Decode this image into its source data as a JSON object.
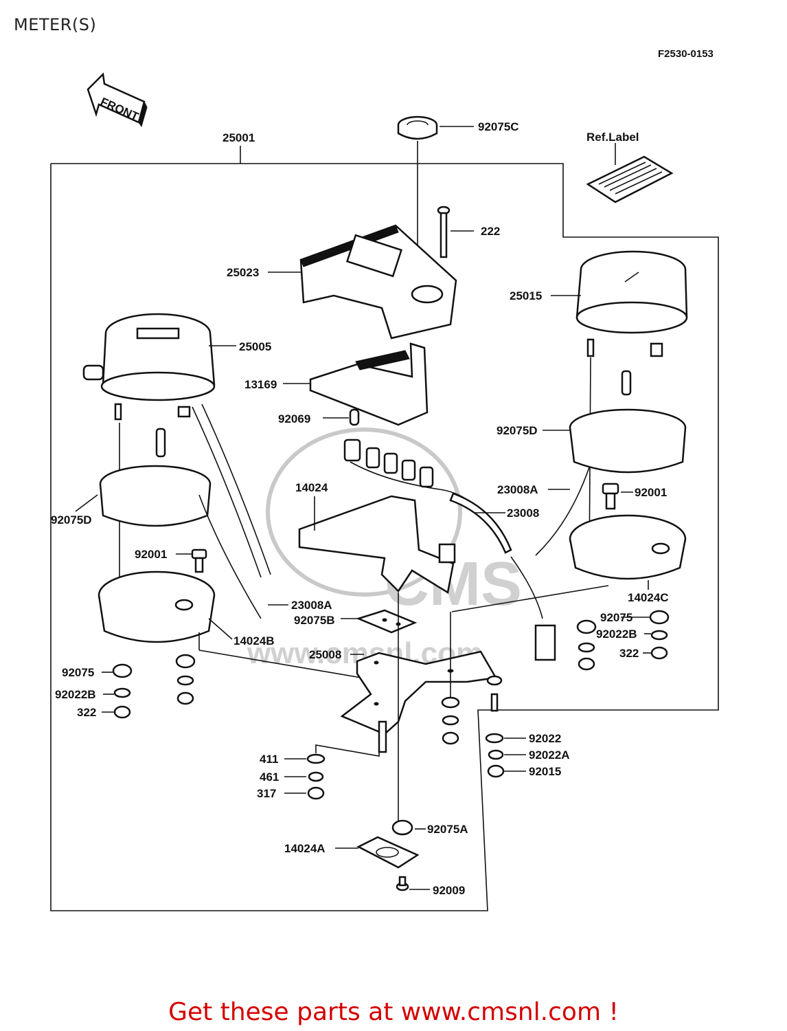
{
  "title": "METER(S)",
  "diagram_code": "F2530-0153",
  "footer": "Get these parts at www.cmsnl.com !",
  "watermark": "www.cmsnl.com",
  "front_arrow": "FRONT",
  "parts": {
    "p25001": "25001",
    "p92075C": "92075C",
    "pRefLabel": "Ref.Label",
    "p222": "222",
    "p25023": "25023",
    "p25015": "25015",
    "p25005": "25005",
    "p13169": "13169",
    "p92069": "92069",
    "p92075D_r": "92075D",
    "p23008A_r": "23008A",
    "p92001_r": "92001",
    "p14024": "14024",
    "p23008": "23008",
    "p92075D_l": "92075D",
    "p92001_l": "92001",
    "p23008A_l": "23008A",
    "p92075B": "92075B",
    "p14024B": "14024B",
    "p25008": "25008",
    "p14024C": "14024C",
    "p92075_r": "92075",
    "p92022B_r": "92022B",
    "p322_r": "322",
    "p92075_l": "92075",
    "p92022B_l": "92022B",
    "p322_l": "322",
    "p92022": "92022",
    "p92022A": "92022A",
    "p92015": "92015",
    "p411": "411",
    "p461": "461",
    "p317": "317",
    "p92075A": "92075A",
    "p14024A": "14024A",
    "p92009": "92009"
  }
}
